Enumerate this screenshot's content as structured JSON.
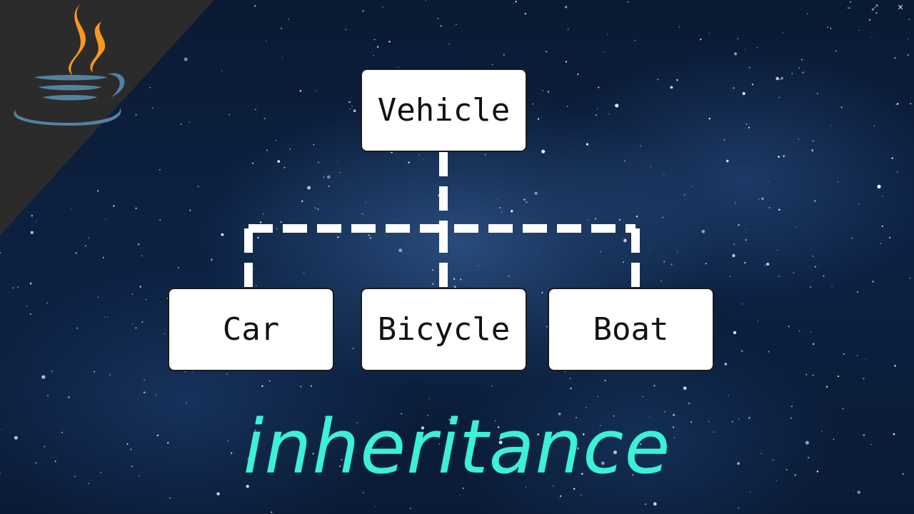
{
  "diagram": {
    "root": {
      "label": "Vehicle"
    },
    "children": [
      {
        "label": "Car"
      },
      {
        "label": "Bicycle"
      },
      {
        "label": "Boat"
      }
    ]
  },
  "title": "inheritance",
  "window_controls": {
    "minimize": "–",
    "restore": "⤢",
    "close": "✕"
  },
  "colors": {
    "title": "#3df0d8",
    "node_fill": "#ffffff",
    "connector": "#ffffff",
    "logo_cup": "#5382a1",
    "logo_steam": "#f89820"
  },
  "icons": {
    "logo": "java-logo-icon"
  }
}
